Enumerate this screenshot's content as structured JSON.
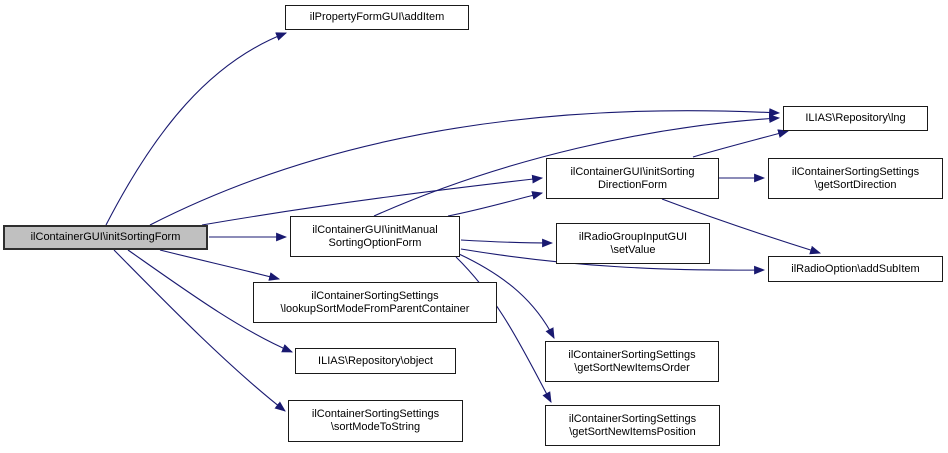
{
  "diagram": {
    "type": "call-graph",
    "edge_color": "#191970",
    "node_border_color": "#1a1a1a",
    "highlight_fill": "#c0c0c0",
    "nodes": {
      "init_sorting_form": {
        "label": "ilContainerGUI\\initSortingForm",
        "highlighted": true
      },
      "add_item": {
        "label": "ilPropertyFormGUI\\addItem",
        "highlighted": false
      },
      "lng": {
        "label": "ILIAS\\Repository\\lng",
        "highlighted": false
      },
      "init_sorting_direction_form": {
        "label": "ilContainerGUI\\initSorting\nDirectionForm",
        "highlighted": false
      },
      "get_sort_direction": {
        "label": "ilContainerSortingSettings\n\\getSortDirection",
        "highlighted": false
      },
      "init_manual_sorting_option_form": {
        "label": "ilContainerGUI\\initManual\nSortingOptionForm",
        "highlighted": false
      },
      "set_value": {
        "label": "ilRadioGroupInputGUI\n\\setValue",
        "highlighted": false
      },
      "add_sub_item": {
        "label": "ilRadioOption\\addSubItem",
        "highlighted": false
      },
      "lookup_sort_mode_from_parent_container": {
        "label": "ilContainerSortingSettings\n\\lookupSortModeFromParentContainer",
        "highlighted": false
      },
      "object": {
        "label": "ILIAS\\Repository\\object",
        "highlighted": false
      },
      "sort_mode_to_string": {
        "label": "ilContainerSortingSettings\n\\sortModeToString",
        "highlighted": false
      },
      "get_sort_new_items_order": {
        "label": "ilContainerSortingSettings\n\\getSortNewItemsOrder",
        "highlighted": false
      },
      "get_sort_new_items_position": {
        "label": "ilContainerSortingSettings\n\\getSortNewItemsPosition",
        "highlighted": false
      }
    },
    "edges": [
      {
        "from": "init_sorting_form",
        "to": "add_item"
      },
      {
        "from": "init_sorting_form",
        "to": "lng"
      },
      {
        "from": "init_sorting_form",
        "to": "init_sorting_direction_form"
      },
      {
        "from": "init_sorting_form",
        "to": "init_manual_sorting_option_form"
      },
      {
        "from": "init_sorting_form",
        "to": "lookup_sort_mode_from_parent_container"
      },
      {
        "from": "init_sorting_form",
        "to": "object"
      },
      {
        "from": "init_sorting_form",
        "to": "sort_mode_to_string"
      },
      {
        "from": "init_manual_sorting_option_form",
        "to": "lng"
      },
      {
        "from": "init_manual_sorting_option_form",
        "to": "init_sorting_direction_form"
      },
      {
        "from": "init_manual_sorting_option_form",
        "to": "set_value"
      },
      {
        "from": "init_manual_sorting_option_form",
        "to": "add_sub_item"
      },
      {
        "from": "init_manual_sorting_option_form",
        "to": "get_sort_new_items_order"
      },
      {
        "from": "init_manual_sorting_option_form",
        "to": "get_sort_new_items_position"
      },
      {
        "from": "init_sorting_direction_form",
        "to": "lng"
      },
      {
        "from": "init_sorting_direction_form",
        "to": "get_sort_direction"
      },
      {
        "from": "init_sorting_direction_form",
        "to": "add_sub_item"
      }
    ]
  }
}
